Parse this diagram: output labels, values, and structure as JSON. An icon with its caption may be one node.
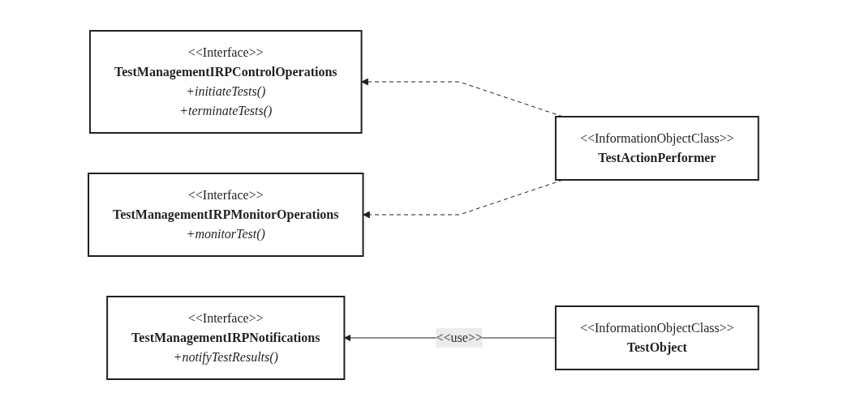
{
  "diagram": {
    "nodes": [
      {
        "text": [
          "<<Interface>>",
          "TestManagementIRPControlOperations",
          "+initiateTests()",
          "+terminateTests()"
        ]
      },
      {
        "text": [
          "<<InformationObjectClass>>",
          "TestActionPerformer"
        ]
      },
      {
        "text": [
          "<<Interface>>",
          "TestManagementIRPMonitorOperations",
          "+monitorTest()"
        ]
      },
      {
        "text": [
          "<<Interface>>",
          "TestManagementIRPNotifications",
          "+notifyTestResults()"
        ]
      },
      {
        "text": [
          "<<InformationObjectClass>>",
          "TestObject"
        ]
      }
    ],
    "edges": [
      {
        "from": 1,
        "to": 0,
        "arrow": "to",
        "style": "dashed"
      },
      {
        "from": 1,
        "to": 2,
        "arrow": "to",
        "style": "dashed"
      },
      {
        "from": 4,
        "to": 3,
        "arrow": "to",
        "label": "<<use>>"
      }
    ]
  }
}
